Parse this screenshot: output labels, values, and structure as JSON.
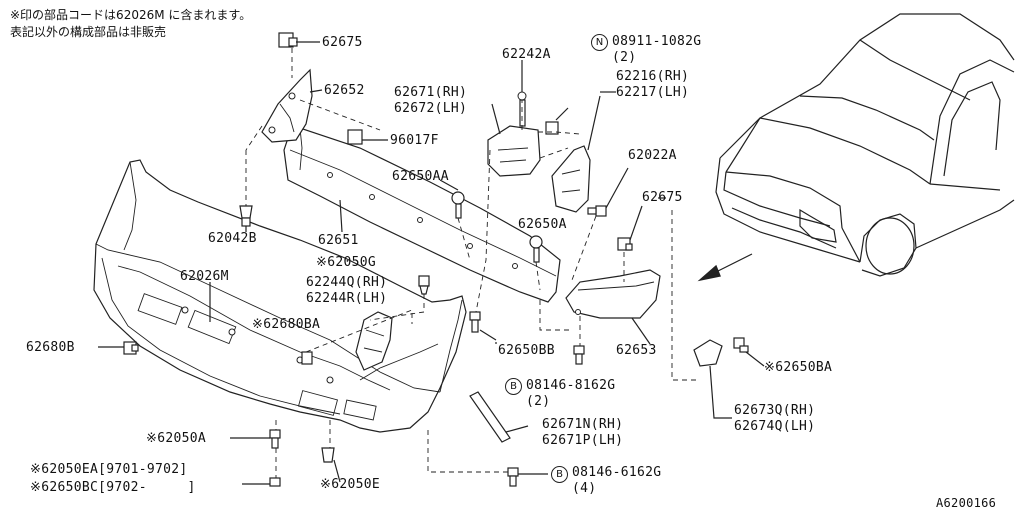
{
  "notes": {
    "line1": "※印の部品コードは62026M に含まれます。",
    "line2": "表記以外の構成部品は非販売"
  },
  "labels": {
    "p62675_top": "62675",
    "p62652": "62652",
    "p96017F": "96017F",
    "p62042B": "62042B",
    "p62651": "62651",
    "p62026M": "62026M",
    "p62680B": "62680B",
    "p62050A": "※62050A",
    "p62050EA": "※62050EA[9701-9702]",
    "p62650BC": "※62650BC[9702-     ]",
    "p62050E": "※62050E",
    "p62680BA": "※62680BA",
    "p62050G": "※62050G",
    "p62244Q": "62244Q(RH)",
    "p62244R": "62244R(LH)",
    "p62650AA": "62650AA",
    "p62650BB": "62650BB",
    "p62671_rh": "62671(RH)",
    "p62672_lh": "62672(LH)",
    "p62242A": "62242A",
    "bolt_N_num": "08911-1082G",
    "bolt_N_qty": "(2)",
    "p62216": "62216(RH)",
    "p62217": "62217(LH)",
    "p62022A": "62022A",
    "p62650A": "62650A",
    "p62675_right": "62675",
    "p62653": "62653",
    "bolt_B1_num": "08146-8162G",
    "bolt_B1_qty": "(2)",
    "p62671N": "62671N(RH)",
    "p62671P": "62671P(LH)",
    "bolt_B2_num": "08146-6162G",
    "bolt_B2_qty": "(4)",
    "p62650BA": "※62650BA",
    "p62673Q": "62673Q(RH)",
    "p62674Q": "62674Q(LH)",
    "diagram_code": "A6200166"
  },
  "symbols": {
    "N": "N",
    "B": "B"
  }
}
